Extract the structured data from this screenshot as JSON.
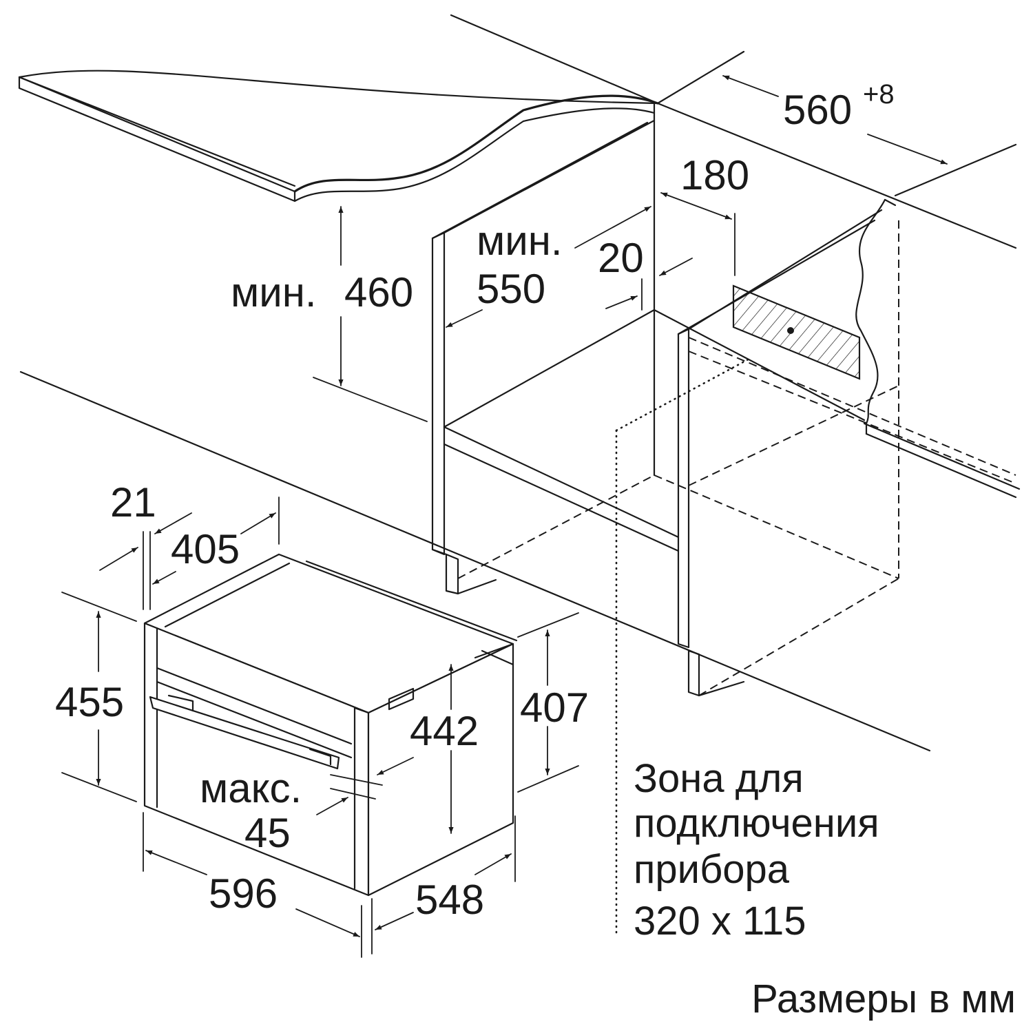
{
  "labels": {
    "width_cutout": "560",
    "width_cutout_tol": "+8",
    "d180": "180",
    "d20": "20",
    "min_word": "мин.",
    "d550": "550",
    "d460": "460",
    "d21": "21",
    "d405": "405",
    "d455": "455",
    "d407": "407",
    "d442": "442",
    "max_word": "макс.",
    "d45": "45",
    "d596": "596",
    "d548": "548"
  },
  "zone_note": {
    "line1": "Зона для",
    "line2": "подключения",
    "line3": "прибора",
    "line4": "320 x 115"
  },
  "units_note": "Размеры в мм"
}
